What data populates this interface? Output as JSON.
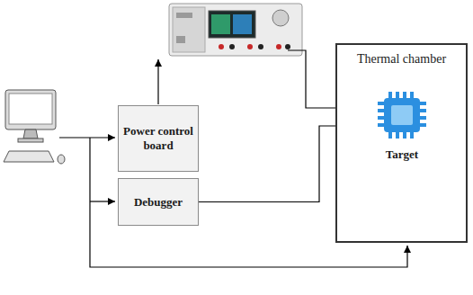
{
  "diagram": {
    "nodes": [
      {
        "text": [
          "Power control board"
        ]
      },
      {
        "text": [
          "Debugger"
        ]
      },
      {
        "text": [
          "Thermal chamber"
        ]
      },
      {
        "text": [
          "Target"
        ],
        "in": 2
      }
    ],
    "edges": [
      {
        "from": 1,
        "to": 3,
        "arrow": "to"
      }
    ]
  }
}
